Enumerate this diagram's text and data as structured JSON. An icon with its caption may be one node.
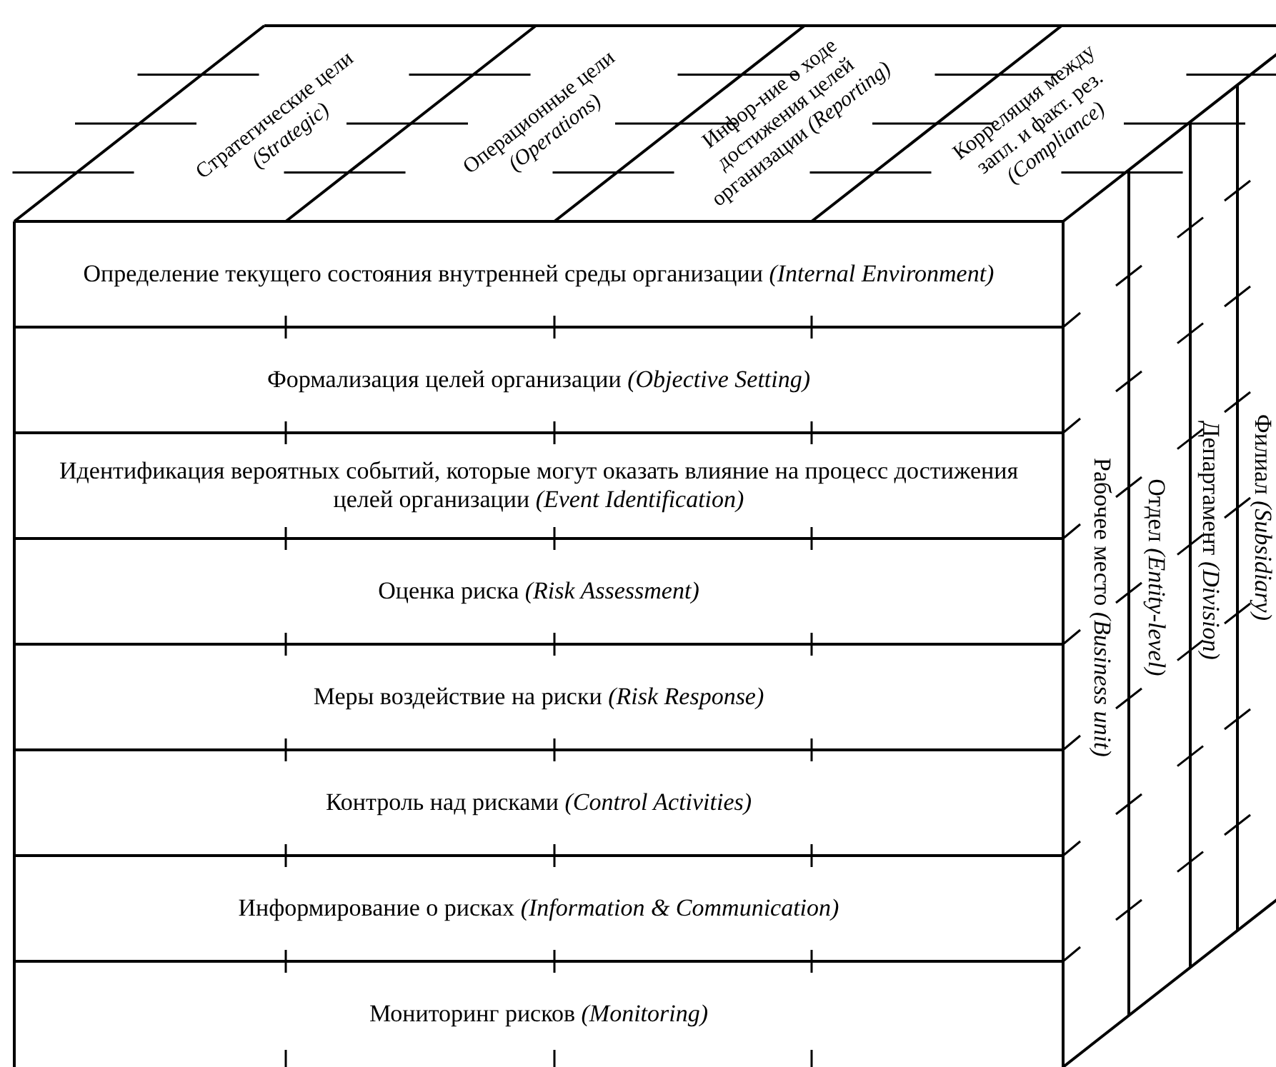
{
  "diagram": {
    "nodes": [
      {
        "text": [
          "Стратегические цели *(Strategic)*"
        ]
      },
      {
        "text": [
          "Операционные цели *(Operations)*"
        ]
      },
      {
        "text": [
          "Инфор-ние о ходе достижения целей организации *(Reporting)*"
        ]
      },
      {
        "text": [
          "Корреляция между запл. и факт. рез. *(Compliance)*"
        ]
      },
      {
        "text": [
          "Определение текущего состояния внутренней среды организации *(Internal Environment)*"
        ]
      },
      {
        "text": [
          "Формализация целей организации *(Objective Setting)*"
        ]
      },
      {
        "text": [
          "Идентификация вероятных событий, которые могут оказать влияние на процесс достижения целей организации *(Event Identification)*"
        ]
      },
      {
        "text": [
          "Оценка риска *(Risk Assessment)*"
        ]
      },
      {
        "text": [
          "Меры воздействие на риски *(Risk Response)*"
        ]
      },
      {
        "text": [
          "Контроль над рисками *(Control Activities)*"
        ]
      },
      {
        "text": [
          "Информирование о рисках *(Information & Communication)*"
        ]
      },
      {
        "text": [
          "Мониторинг рисков *(Monitoring)*"
        ]
      },
      {
        "text": [
          "Рабочее место *(Business unit)*"
        ]
      },
      {
        "text": [
          "Отдел *(Entity-level)*"
        ]
      },
      {
        "text": [
          "Департамент *(Division)*"
        ]
      },
      {
        "text": [
          "Филиал *(Subsidiary)*"
        ]
      }
    ]
  }
}
